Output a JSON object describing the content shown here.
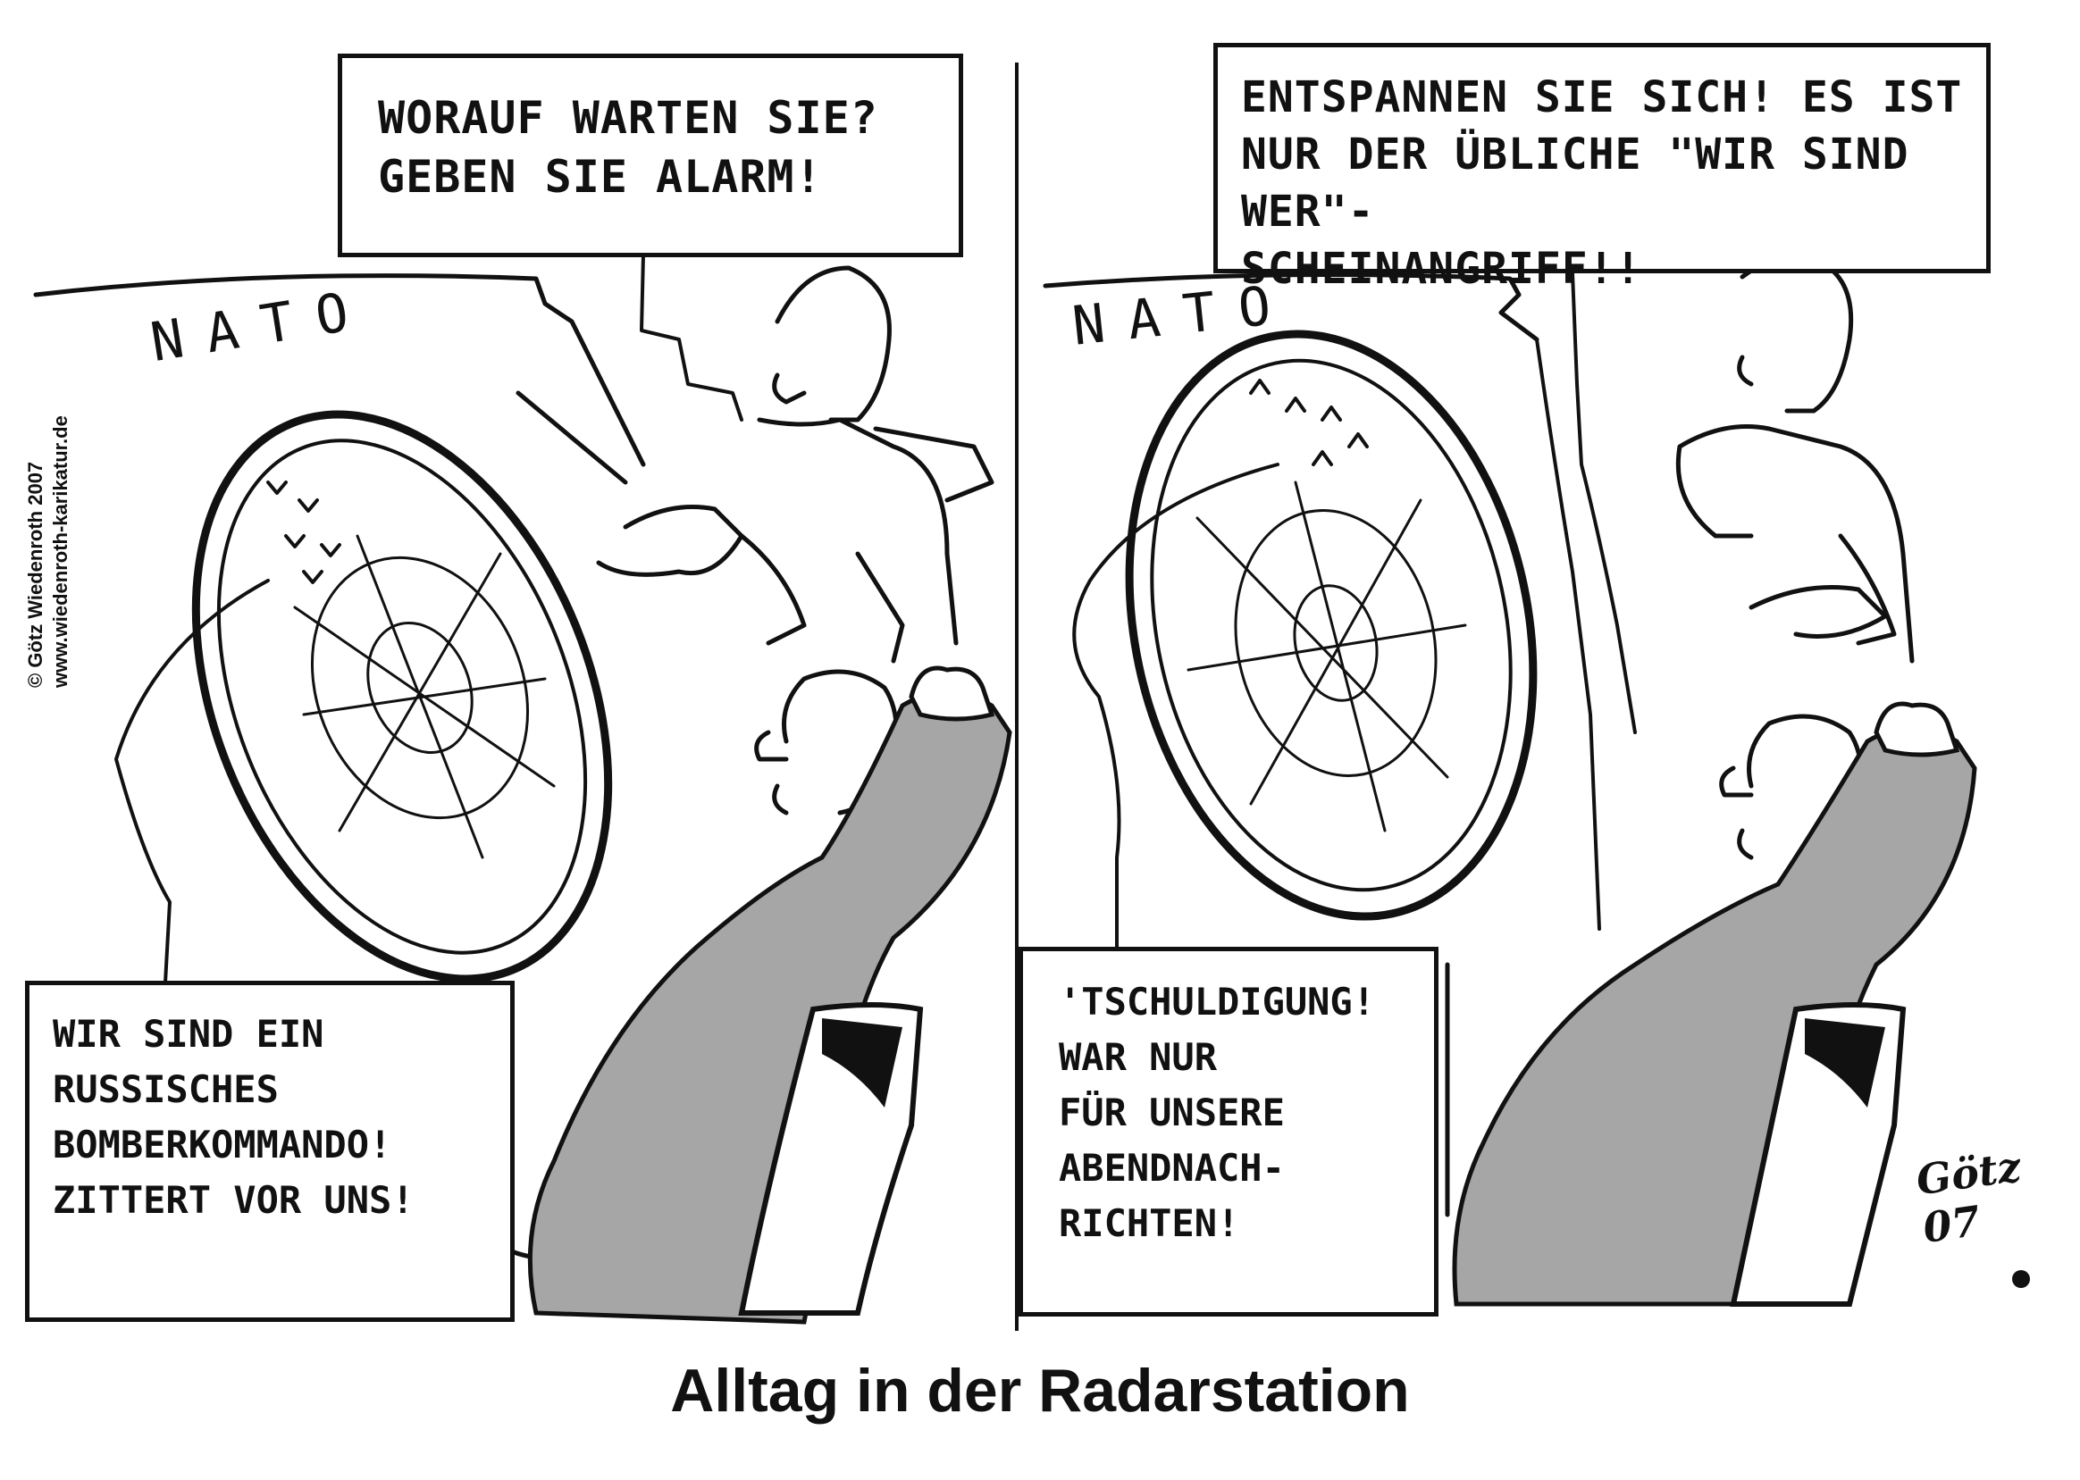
{
  "caption": "Alltag in der Radarstation",
  "copyright": {
    "line1": "© Götz Wiedenroth 2007",
    "line2": "www.wiedenroth-karikatur.de"
  },
  "panel_left": {
    "sign": "NATO",
    "speech": {
      "line1": "Worauf warten Sie?",
      "line2": "Geben Sie Alarm!"
    },
    "radar_speech": {
      "line1": "Wir sind ein",
      "line2": "russisches",
      "line3": "Bomberkommando!",
      "line4": "Zittert vor uns!"
    }
  },
  "panel_right": {
    "sign": "NATO",
    "speech": {
      "line1": "Entspannen Sie sich! Es ist",
      "line2": "nur der übliche \"Wir sind wer\"-",
      "line3": "Scheinangriff!!"
    },
    "radar_speech": {
      "line1": "'Tschuldigung!",
      "line2": "War nur",
      "line3": "für unsere",
      "line4": "Abendnach-",
      "line5": "richten!"
    }
  },
  "signature": "Götz 07",
  "colors": {
    "ink": "#111111",
    "paper": "#ffffff",
    "uniform_gray": "#a6a6a6"
  }
}
